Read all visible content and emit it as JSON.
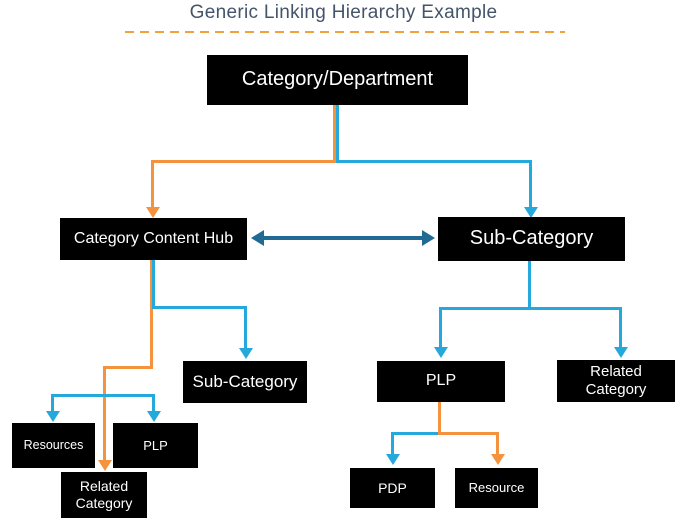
{
  "title": "Generic Linking Hierarchy Example",
  "colors": {
    "orange": "#F5923E",
    "light_blue": "#25A8DC",
    "dark_blue": "#216A94",
    "underline_orange": "#F2A23C",
    "node_background": "#000000",
    "node_text": "#FFFFFF",
    "title_text": "#44546A"
  },
  "nodes": [
    {
      "id": "category_department",
      "label": "Category/Department"
    },
    {
      "id": "category_content_hub",
      "label": "Category Content Hub"
    },
    {
      "id": "sub_category_right",
      "label": "Sub-Category"
    },
    {
      "id": "sub_category_left",
      "label": "Sub-Category"
    },
    {
      "id": "plp_right",
      "label": "PLP"
    },
    {
      "id": "related_category_right",
      "label": "Related\nCategory"
    },
    {
      "id": "resources_left",
      "label": "Resources"
    },
    {
      "id": "plp_left",
      "label": "PLP"
    },
    {
      "id": "related_category_left",
      "label": "Related\nCategory"
    },
    {
      "id": "pdp",
      "label": "PDP"
    },
    {
      "id": "resource",
      "label": "Resource"
    }
  ],
  "edges": [
    {
      "from": "category_department",
      "to": "category_content_hub",
      "color": "orange",
      "bidirectional": false
    },
    {
      "from": "category_department",
      "to": "sub_category_right",
      "color": "light_blue",
      "bidirectional": false
    },
    {
      "from": "category_content_hub",
      "to": "sub_category_right",
      "color": "dark_blue",
      "bidirectional": true
    },
    {
      "from": "category_content_hub",
      "to": "sub_category_left",
      "color": "light_blue",
      "bidirectional": false
    },
    {
      "from": "category_content_hub",
      "to": "related_category_left",
      "color": "orange",
      "bidirectional": false
    },
    {
      "from": "category_content_hub",
      "to": "resources_left",
      "color": "light_blue",
      "bidirectional": false
    },
    {
      "from": "category_content_hub",
      "to": "plp_left",
      "color": "light_blue",
      "bidirectional": false
    },
    {
      "from": "sub_category_right",
      "to": "plp_right",
      "color": "light_blue",
      "bidirectional": false
    },
    {
      "from": "sub_category_right",
      "to": "related_category_right",
      "color": "light_blue",
      "bidirectional": false
    },
    {
      "from": "plp_right",
      "to": "pdp",
      "color": "light_blue",
      "bidirectional": false
    },
    {
      "from": "plp_right",
      "to": "resource",
      "color": "orange",
      "bidirectional": false
    }
  ]
}
